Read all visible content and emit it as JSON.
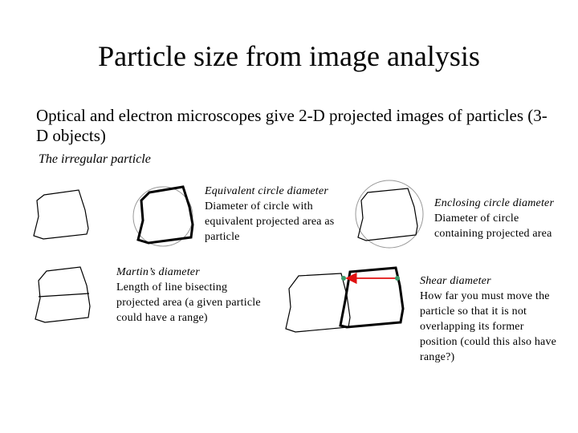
{
  "slide": {
    "title": "Particle size from image analysis",
    "intro": "Optical and electron microscopes give 2-D projected images of particles (3-D objects)",
    "subtitle": "The irregular particle"
  },
  "captions": {
    "equivalent": {
      "heading": "Equivalent circle diameter",
      "body": "Diameter of circle with\nequivalent projected area as\nparticle"
    },
    "enclosing": {
      "heading": "Enclosing circle diameter",
      "body": "Diameter of circle\ncontaining projected area"
    },
    "martin": {
      "heading": "Martin’s diameter",
      "body": "Length of line bisecting\nprojected area (a given particle\ncould have a range)"
    },
    "shear": {
      "heading": "Shear diameter",
      "body": "How far you must move the\nparticle so that it is not\noverlapping its former\nposition (could this also have\nrange?)"
    }
  },
  "colors": {
    "ink": "#000000",
    "arrow": "#e01010",
    "marker": "#3a9a6a",
    "circle": "#999999"
  }
}
